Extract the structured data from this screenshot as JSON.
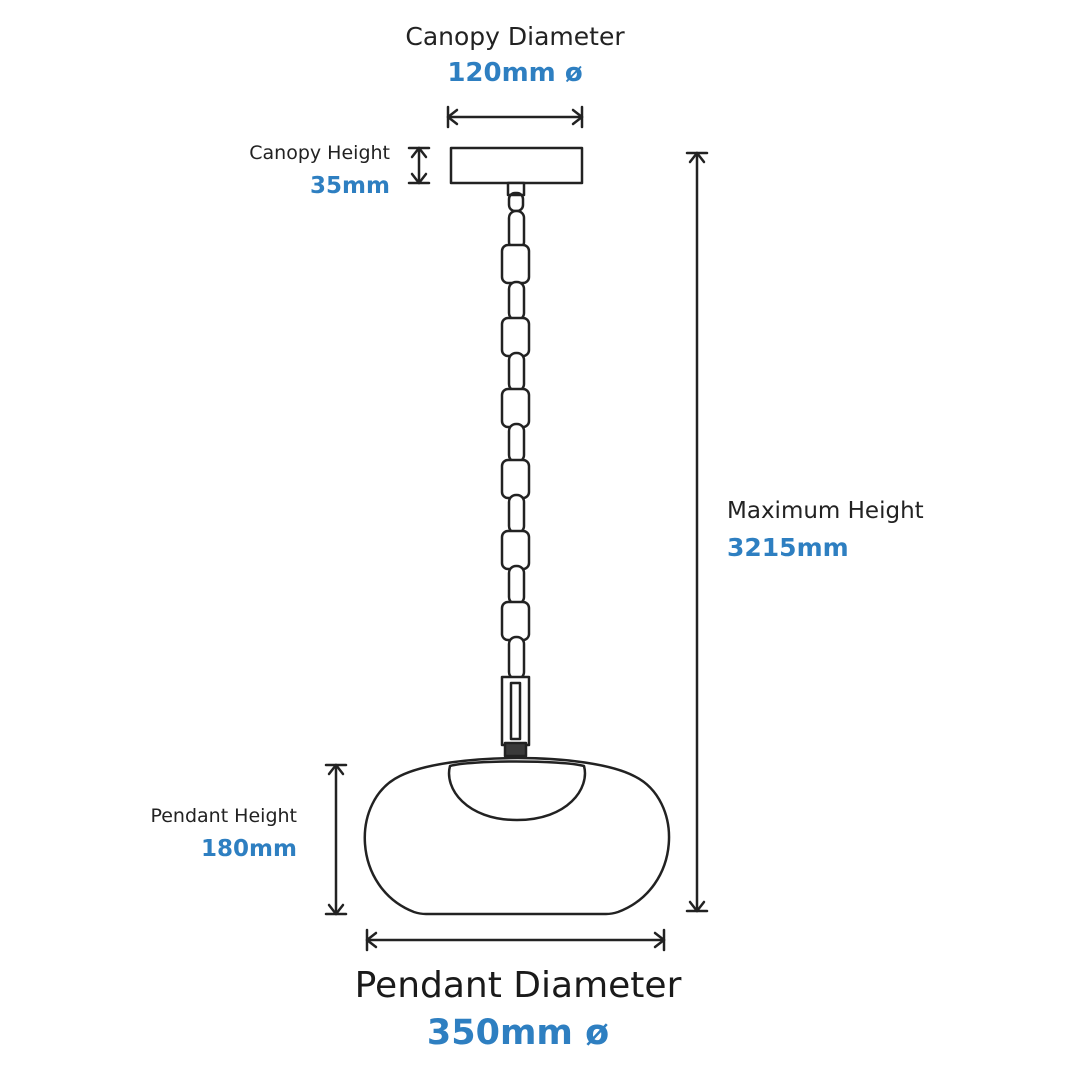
{
  "colors": {
    "line": "#222222",
    "value": "#2e7fc1",
    "background": "#ffffff"
  },
  "dimensions": {
    "canopy_diameter": {
      "label": "Canopy Diameter",
      "value": "120mm ø"
    },
    "canopy_height": {
      "label": "Canopy Height",
      "value": "35mm"
    },
    "maximum_height": {
      "label": "Maximum Height",
      "value": "3215mm"
    },
    "pendant_height": {
      "label": "Pendant Height",
      "value": "180mm"
    },
    "pendant_diameter": {
      "label": "Pendant Diameter",
      "value": "350mm ø"
    }
  }
}
